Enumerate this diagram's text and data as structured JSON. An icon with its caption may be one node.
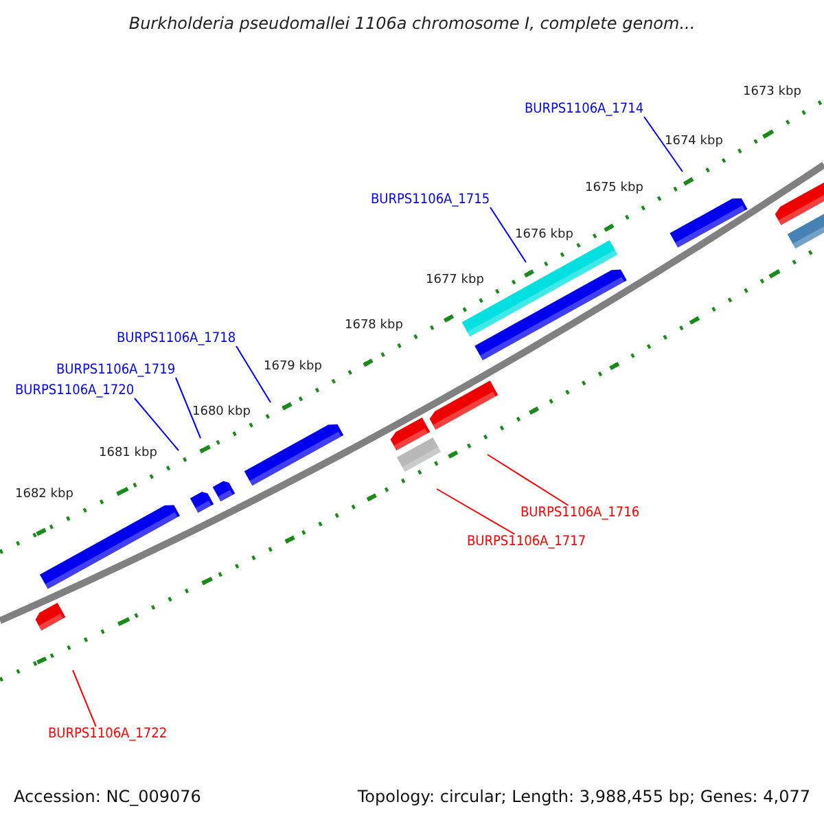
{
  "diagram": {
    "title": "Burkholderia pseudomallei 1106a chromosome I, complete genom...",
    "nodes": [
      {
        "text": [
          "BURPS1106A_1714"
        ]
      },
      {
        "text": [
          "BURPS1106A_1715"
        ]
      },
      {
        "text": [
          "BURPS1106A_1718"
        ]
      },
      {
        "text": [
          "BURPS1106A_1719"
        ]
      },
      {
        "text": [
          "BURPS1106A_1720"
        ]
      },
      {
        "text": [
          "BURPS1106A_1716"
        ]
      },
      {
        "text": [
          "BURPS1106A_1717"
        ]
      },
      {
        "text": [
          "BURPS1106A_1722"
        ]
      }
    ],
    "edges": [
      {
        "from": 0,
        "to": null,
        "arrow": "none"
      },
      {
        "from": 1,
        "to": null,
        "arrow": "none"
      },
      {
        "from": 2,
        "to": null,
        "arrow": "none"
      },
      {
        "from": 3,
        "to": null,
        "arrow": "none"
      },
      {
        "from": 4,
        "to": null,
        "arrow": "none"
      },
      {
        "from": 5,
        "to": null,
        "arrow": "none",
        "color": "#ff0000"
      },
      {
        "from": 6,
        "to": null,
        "arrow": "none",
        "color": "#ff0000"
      },
      {
        "from": 7,
        "to": null,
        "arrow": "none",
        "color": "#ff0000"
      }
    ],
    "labels": [
      "1673 kbp",
      "1674 kbp",
      "1675 kbp",
      "1676 kbp",
      "1677 kbp",
      "1678 kbp",
      "1679 kbp",
      "1680 kbp",
      "1681 kbp",
      "1682 kbp",
      "Accession: NC_009076",
      "Topology: circular; Length: 3,988,455 bp; Genes: 4,077"
    ]
  }
}
